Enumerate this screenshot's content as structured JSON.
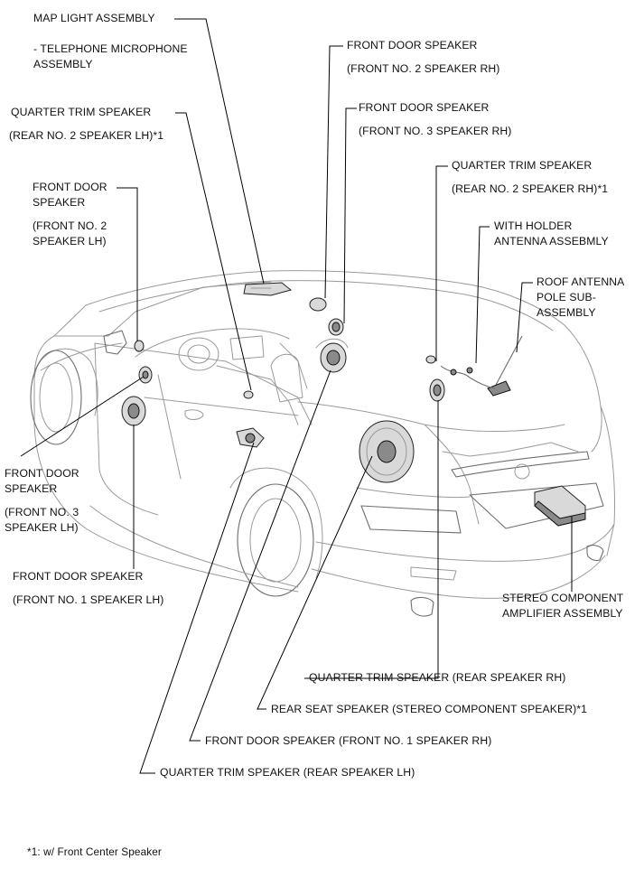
{
  "callouts": {
    "map_light": [
      "MAP LIGHT ASSEMBLY",
      "",
      "- TELEPHONE MICROPHONE",
      "ASSEMBLY"
    ],
    "front_door_no2_rh": [
      "FRONT DOOR SPEAKER",
      "",
      "(FRONT NO. 2 SPEAKER RH)"
    ],
    "front_door_no3_rh": [
      "FRONT DOOR SPEAKER",
      "",
      "(FRONT NO. 3 SPEAKER RH)"
    ],
    "quarter_trim_no2_lh": [
      "QUARTER TRIM SPEAKER",
      "",
      "(REAR NO. 2 SPEAKER LH)*1"
    ],
    "quarter_trim_no2_rh": [
      "QUARTER TRIM SPEAKER",
      "",
      "(REAR NO. 2 SPEAKER RH)*1"
    ],
    "front_door_no2_lh": [
      "FRONT DOOR",
      "SPEAKER",
      "",
      "(FRONT NO. 2",
      "SPEAKER LH)"
    ],
    "holder_antenna": [
      "WITH HOLDER",
      "ANTENNA ASSEBMLY"
    ],
    "roof_antenna": [
      "ROOF ANTENNA",
      "POLE SUB-",
      "ASSEMBLY"
    ],
    "front_door_no3_lh": [
      "FRONT DOOR",
      "SPEAKER",
      "",
      "(FRONT NO. 3",
      "SPEAKER LH)"
    ],
    "front_door_no1_lh": [
      "FRONT DOOR SPEAKER",
      "",
      "(FRONT NO. 1 SPEAKER LH)"
    ],
    "amplifier": [
      "STEREO COMPONENT",
      "AMPLIFIER ASSEMBLY"
    ],
    "quarter_trim_rh": [
      "QUARTER TRIM SPEAKER  (REAR SPEAKER RH)"
    ],
    "rear_seat": [
      "REAR SEAT SPEAKER (STEREO COMPONENT SPEAKER)*1"
    ],
    "front_door_no1_rh": [
      "FRONT DOOR SPEAKER (FRONT NO. 1 SPEAKER RH)"
    ],
    "quarter_trim_lh": [
      "QUARTER TRIM SPEAKER  (REAR SPEAKER LH)"
    ]
  },
  "footnote": "*1: w/ Front Center Speaker"
}
